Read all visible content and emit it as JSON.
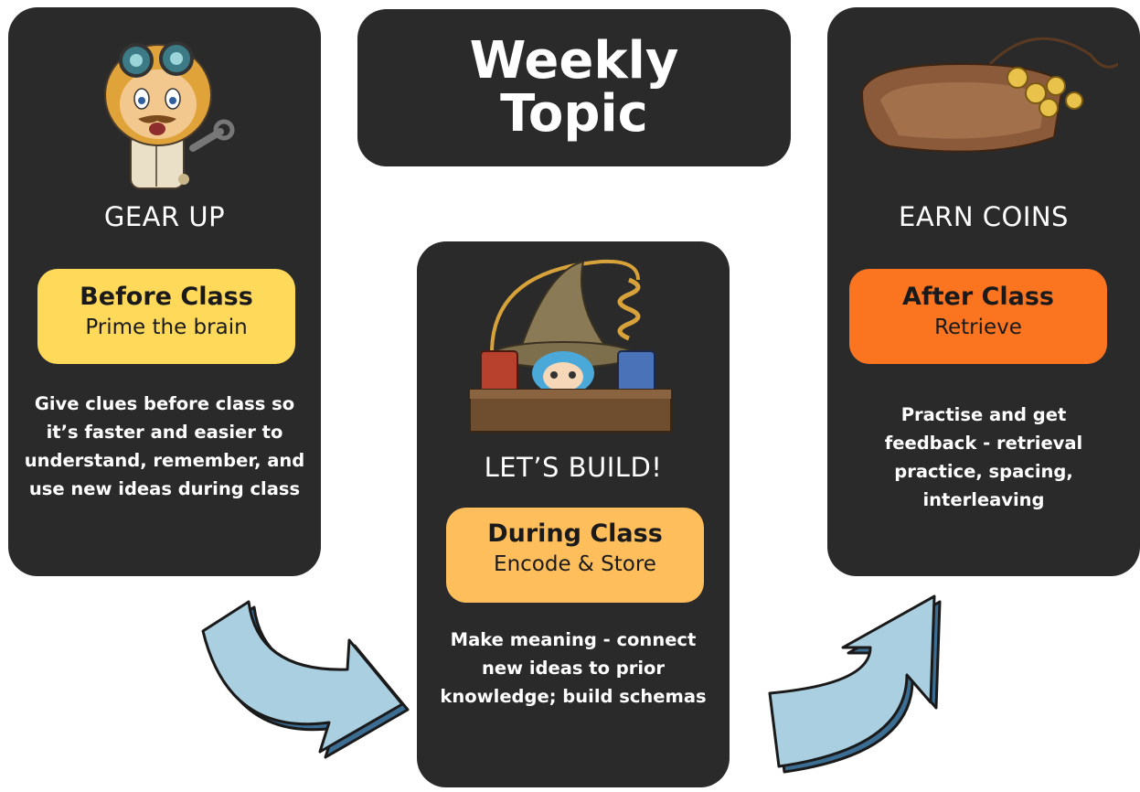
{
  "title": "Weekly\nTopic",
  "stages": {
    "before": {
      "heading": "GEAR UP",
      "pill_title": "Before Class",
      "pill_sub": "Prime the brain",
      "description": "Give clues before class so it’s faster and easier to understand, remember, and use new ideas during class",
      "color": "#ffd95a"
    },
    "during": {
      "heading": "LET’S BUILD!",
      "pill_title": "During Class",
      "pill_sub": "Encode & Store",
      "description": "Make meaning - connect new ideas to prior knowledge; build schemas",
      "color": "#ffbe5c"
    },
    "after": {
      "heading": "EARN COINS",
      "pill_title": "After Class",
      "pill_sub": "Retrieve",
      "description": "Practise and get feedback - retrieval practice, spacing, interleaving",
      "color": "#fb7521"
    }
  },
  "colors": {
    "card": "#2a2a2a",
    "arrow_fill": "#a9cfe0",
    "arrow_shadow": "#3c6d92"
  }
}
